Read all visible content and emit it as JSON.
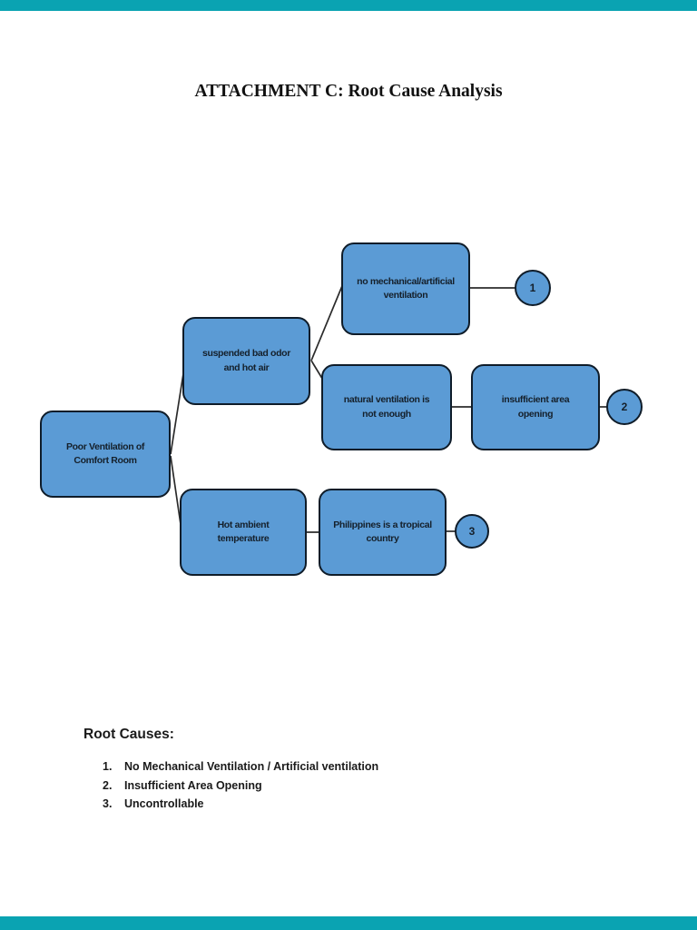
{
  "page": {
    "title": "ATTACHMENT C: Root Cause Analysis"
  },
  "diagram": {
    "nodes": {
      "root": {
        "label": "Poor Ventilation of\nComfort Room"
      },
      "suspended_odor": {
        "label": "suspended bad odor\nand hot air"
      },
      "no_mechanical": {
        "label": "no mechanical/artificial\nventilation"
      },
      "natural_ventilation": {
        "label": "natural ventilation is\nnot enough"
      },
      "insufficient_area": {
        "label": "insufficient area\nopening"
      },
      "hot_ambient": {
        "label": "Hot ambient\ntemperature"
      },
      "tropical_country": {
        "label": "Philippines is a tropical\ncountry"
      }
    },
    "endpoints": [
      {
        "number": "1"
      },
      {
        "number": "2"
      },
      {
        "number": "3"
      }
    ]
  },
  "root_causes": {
    "heading": "Root Causes:",
    "items": [
      {
        "num": "1.",
        "text": "No Mechanical Ventilation / Artificial ventilation"
      },
      {
        "num": "2.",
        "text": "Insufficient Area Opening"
      },
      {
        "num": "3.",
        "text": "Uncontrollable"
      }
    ]
  },
  "colors": {
    "node_fill": "#5b9bd5",
    "node_border": "#0f1c29",
    "node_text": "#15202b",
    "connector": "#2b2b2b",
    "viewer_bar": "#0aa3b2"
  }
}
